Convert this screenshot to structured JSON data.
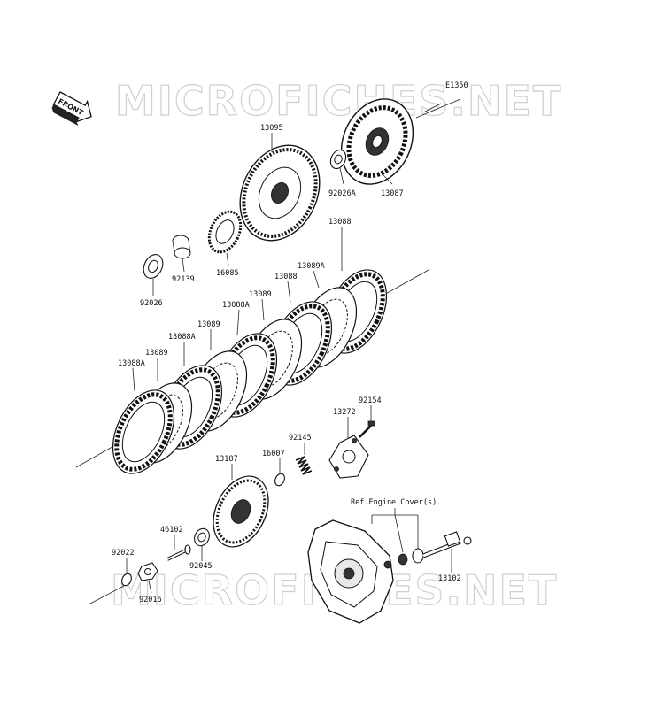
{
  "diagram_code": "E1350",
  "front_label": "FRONT",
  "watermark_text": "MICROFICHES.NET",
  "reference_text": "Ref.Engine Cover(s)",
  "parts": [
    {
      "id": "p13095",
      "label": "13095"
    },
    {
      "id": "p13087",
      "label": "13087"
    },
    {
      "id": "p92026A",
      "label": "92026A"
    },
    {
      "id": "p16085",
      "label": "16085"
    },
    {
      "id": "p92139",
      "label": "92139"
    },
    {
      "id": "p92026",
      "label": "92026"
    },
    {
      "id": "p13088_top",
      "label": "13088"
    },
    {
      "id": "p13089A",
      "label": "13089A"
    },
    {
      "id": "p13088_b",
      "label": "13088"
    },
    {
      "id": "p13089_a",
      "label": "13089"
    },
    {
      "id": "p13088A_a",
      "label": "13088A"
    },
    {
      "id": "p13089_b",
      "label": "13089"
    },
    {
      "id": "p13088A_b",
      "label": "13088A"
    },
    {
      "id": "p13089_c",
      "label": "13089"
    },
    {
      "id": "p13088A_c",
      "label": "13088A"
    },
    {
      "id": "p92154",
      "label": "92154"
    },
    {
      "id": "p13272",
      "label": "13272"
    },
    {
      "id": "p92145",
      "label": "92145"
    },
    {
      "id": "p16007",
      "label": "16007"
    },
    {
      "id": "p13187",
      "label": "13187"
    },
    {
      "id": "p46102",
      "label": "46102"
    },
    {
      "id": "p92022",
      "label": "92022"
    },
    {
      "id": "p92045",
      "label": "92045"
    },
    {
      "id": "p92016",
      "label": "92016"
    },
    {
      "id": "p13102",
      "label": "13102"
    }
  ]
}
